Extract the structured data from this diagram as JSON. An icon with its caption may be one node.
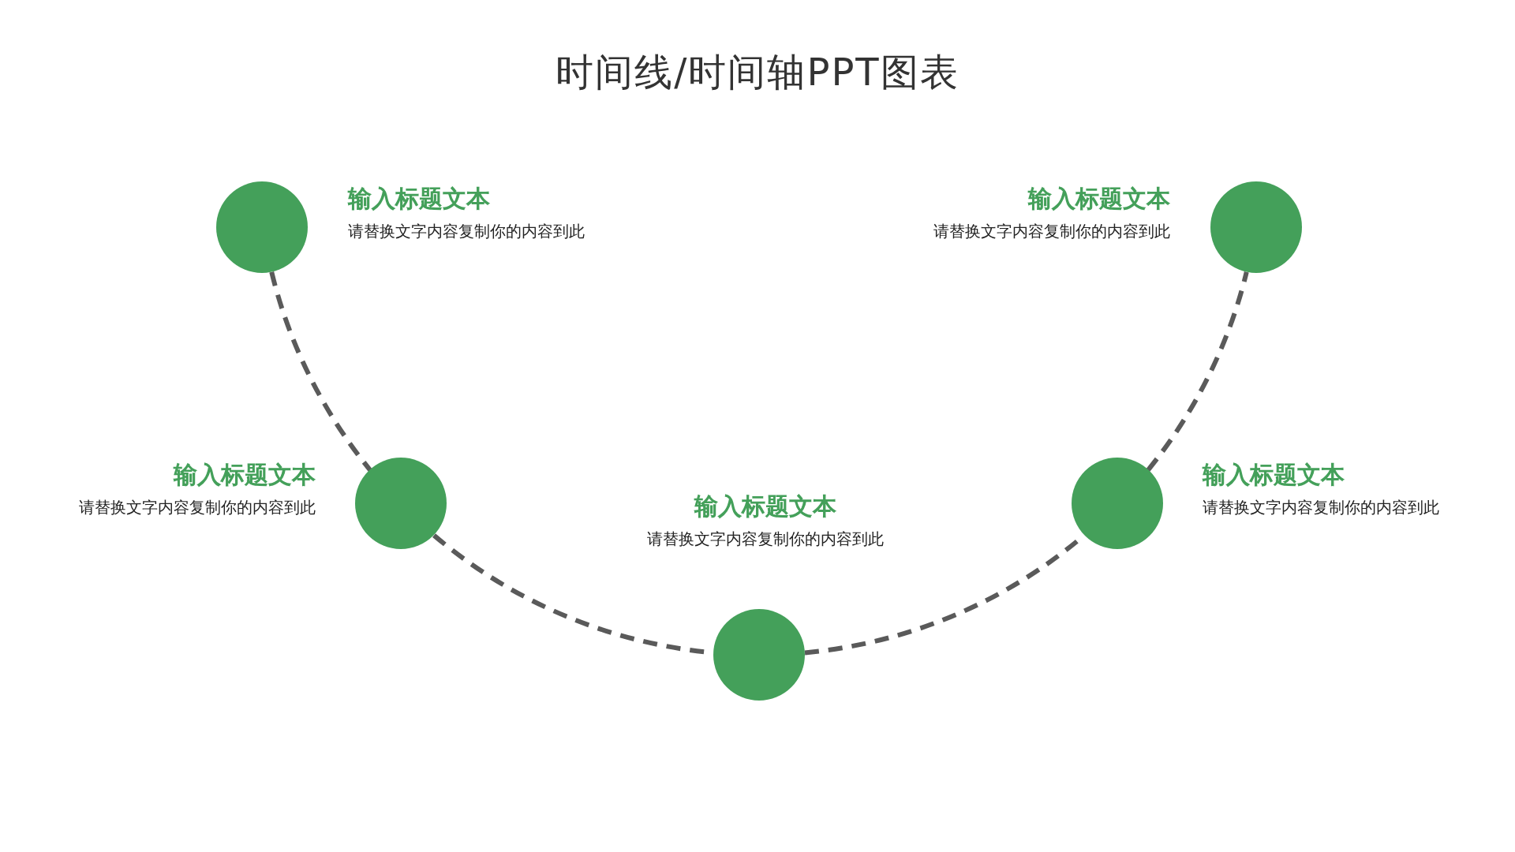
{
  "diagram": {
    "title": "时间线/时间轴PPT图表",
    "nodes": [
      {
        "text": [],
        "shape": "circle",
        "beside": [
          "输入标题文本",
          "请替换文字内容复制你的内容到此"
        ]
      },
      {
        "text": [],
        "shape": "circle",
        "beside": [
          "输入标题文本",
          "请替换文字内容复制你的内容到此"
        ]
      },
      {
        "text": [],
        "shape": "circle",
        "beside": [
          "输入标题文本",
          "请替换文字内容复制你的内容到此"
        ]
      },
      {
        "text": [],
        "shape": "circle",
        "beside": [
          "输入标题文本",
          "请替换文字内容复制你的内容到此"
        ]
      },
      {
        "text": [],
        "shape": "circle",
        "beside": [
          "输入标题文本",
          "请替换文字内容复制你的内容到此"
        ]
      }
    ],
    "edges": [
      {
        "from": 0,
        "to": 1,
        "arrow": "none",
        "style": "dashed"
      },
      {
        "from": 1,
        "to": 2,
        "arrow": "none",
        "style": "dashed"
      },
      {
        "from": 2,
        "to": 3,
        "arrow": "none",
        "style": "dashed"
      },
      {
        "from": 3,
        "to": 4,
        "arrow": "none",
        "style": "dashed"
      }
    ]
  }
}
